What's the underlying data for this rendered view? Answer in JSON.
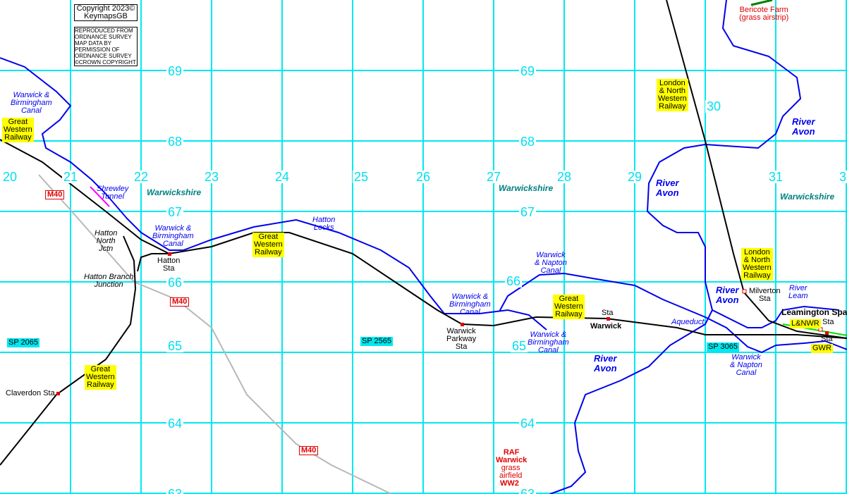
{
  "copyright": {
    "line1": "Copyright 2023©",
    "line2": "KeymapsGB",
    "ordnance": "REPRODUCED FROM\nORDNANCE SURVEY\nMAP DATA BY\nPERMISSION OF\nORDNANCE SURVEY\n©CROWN COPYRIGHT"
  },
  "grid": {
    "eastings": [
      "20",
      "21",
      "22",
      "23",
      "24",
      "25",
      "26",
      "27",
      "28",
      "29",
      "30",
      "31",
      "3"
    ],
    "northings": [
      "69",
      "68",
      "67",
      "66",
      "65",
      "64",
      "63"
    ]
  },
  "grid_refs": [
    "SP 2065",
    "SP 2565",
    "SP 3065"
  ],
  "county": "Warwickshire",
  "motorway": "M40",
  "railways": {
    "gwr": "Great\nWestern\nRailway",
    "lnwr": "London\n& North\nWestern\nRailway",
    "lnwr_short": "L&NWR",
    "gwr_short": "GWR"
  },
  "canals": {
    "wb": "Warwick &\nBirmingham\nCanal",
    "wn": "Warwick\n& Napton\nCanal",
    "shrewley": "Shrewley\nTunnel",
    "hatton_locks": "Hatton\nLocks",
    "aqueduct": "Aqueduct"
  },
  "rivers": {
    "avon": "River\nAvon",
    "leam": "River\nLeam"
  },
  "places": {
    "hatton_north": "Hatton\nNorth\nJctn",
    "hatton_branch": "Hatton Branch\nJunction",
    "hatton_sta": "Hatton\nSta",
    "claverdon": "Claverdon Sta",
    "parkway": "Warwick\nParkway\nSta",
    "sta": "Sta",
    "warwick": "Warwick",
    "milverton": "Milverton\nSta",
    "leamington": "Leamington Spa",
    "bericote": "Bericote Farm\n(grass airstrip)",
    "raf_title": "RAF\nWarwick",
    "raf_sub": "grass\nairfield",
    "raf_ww2": "WW2"
  },
  "colors": {
    "grid": "#00e0f0",
    "canal": "#0000ee",
    "rail": "#000000",
    "motorway": "#b8b8b8",
    "label_bg": "#ffff00"
  }
}
